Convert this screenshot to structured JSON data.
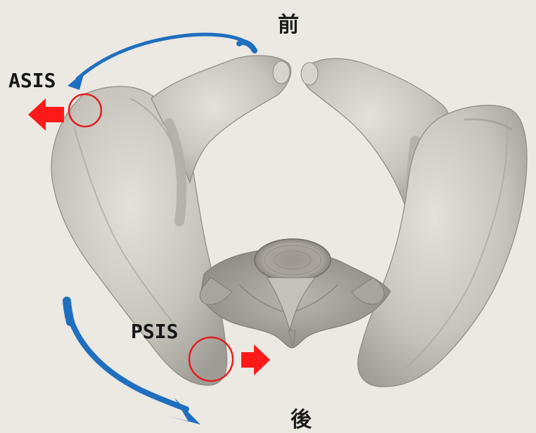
{
  "labels": {
    "front": "前",
    "back": "後",
    "asis": "ASIS",
    "psis": "PSIS"
  },
  "colors": {
    "background": "#ece8e2",
    "bone": "#c9c6bf",
    "marker_circle": "#e02020",
    "push_arrow": "#ff1a1a",
    "rotation_arrow": "#1f6fbf"
  },
  "icons": {
    "asis_arrow": "arrow-left-icon",
    "psis_arrow": "arrow-right-icon",
    "top_rotation": "curved-arrow-icon",
    "bottom_rotation": "curved-arrow-icon"
  }
}
